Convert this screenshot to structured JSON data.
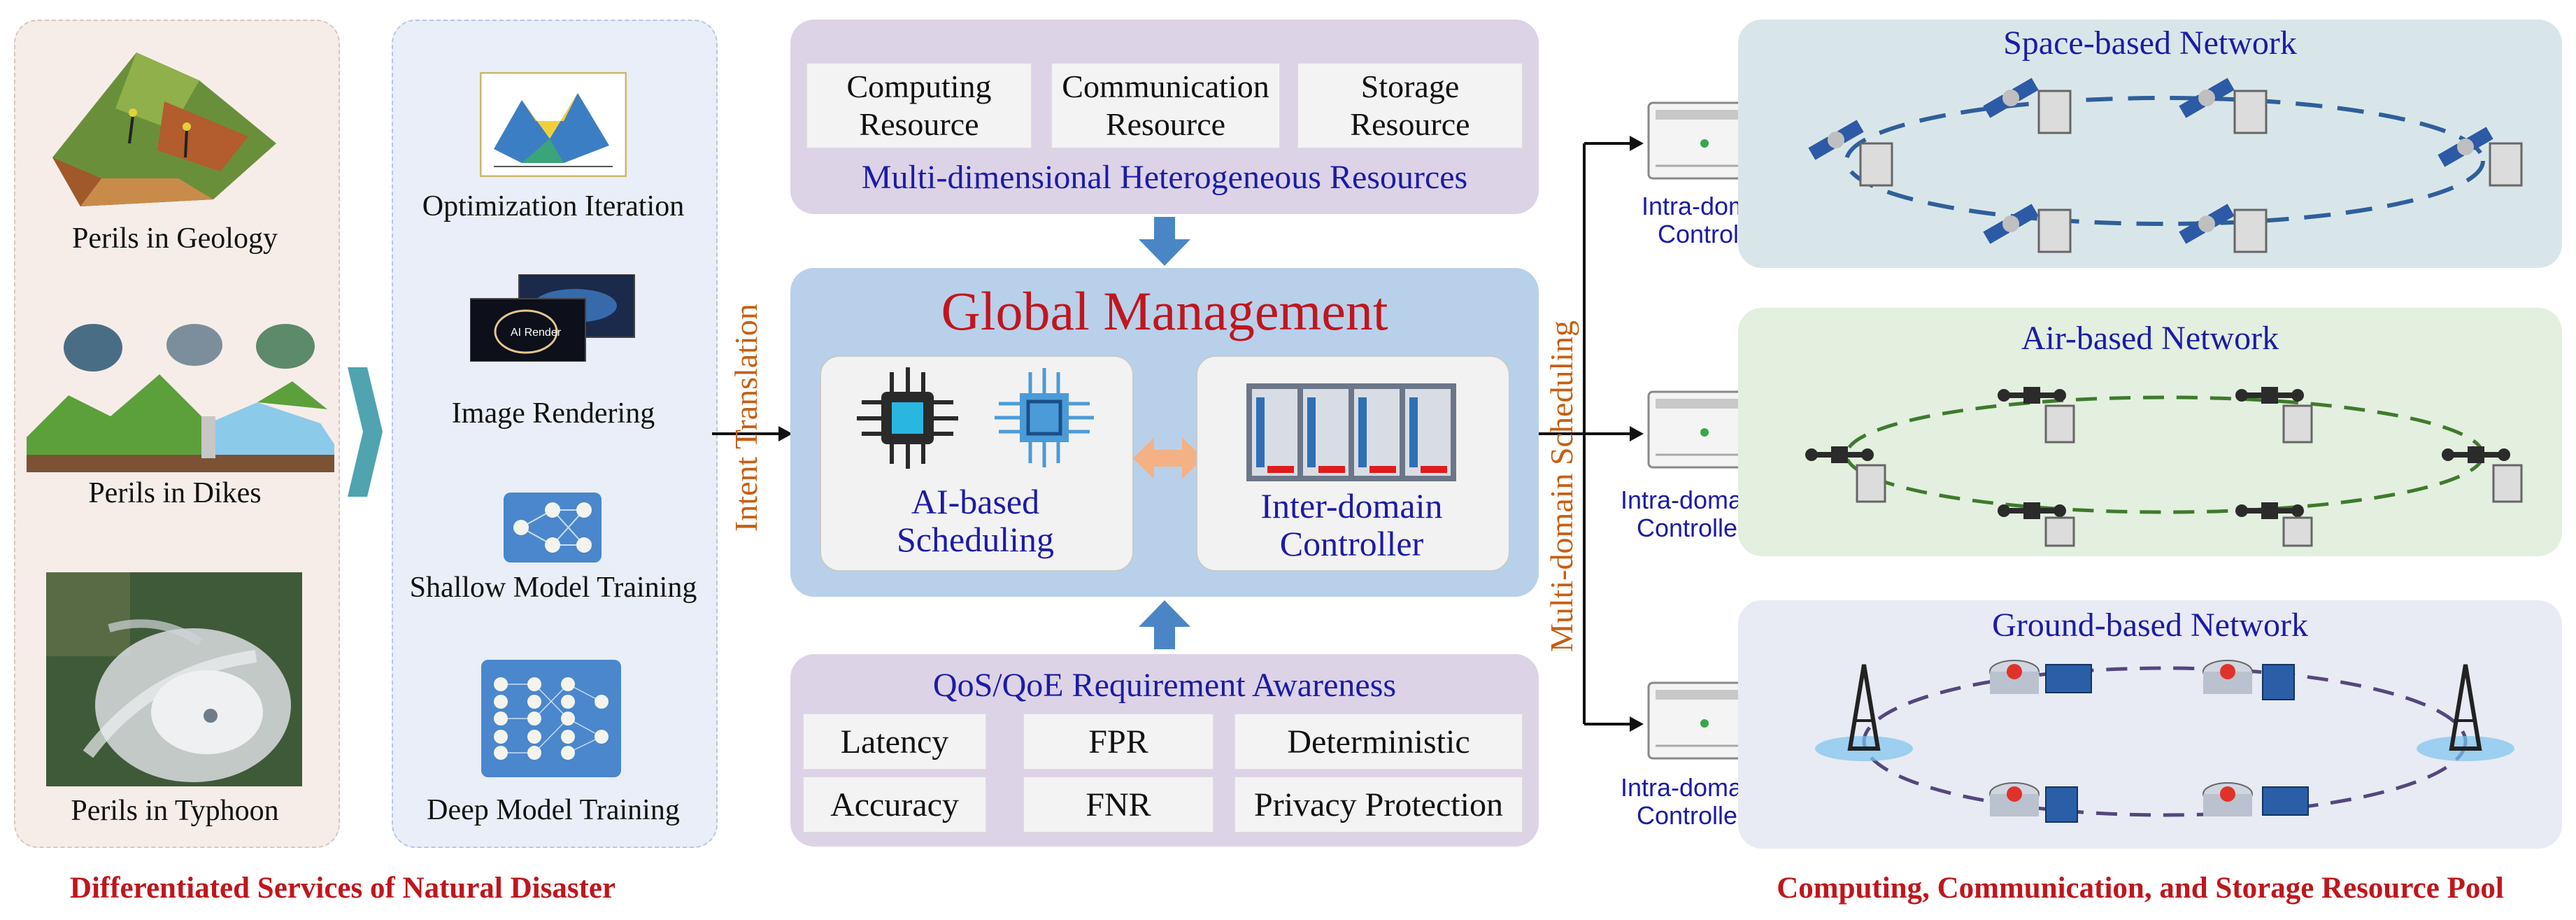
{
  "left_panel": {
    "caption": "Differentiated Services of Natural Disaster",
    "perils": [
      {
        "label": "Perils in Geology",
        "icon": "geology-terrain-icon"
      },
      {
        "label": "Perils in Dikes",
        "icon": "dike-landscape-icon"
      },
      {
        "label": "Perils in Typhoon",
        "icon": "typhoon-satellite-image"
      }
    ]
  },
  "tasks_panel": {
    "items": [
      {
        "label": "Optimization Iteration",
        "icon": "3d-surface-plot-icon"
      },
      {
        "label": "Image Rendering",
        "icon": "ai-render-screens-icon"
      },
      {
        "label": "Shallow Model Training",
        "icon": "shallow-network-icon"
      },
      {
        "label": "Deep Model Training",
        "icon": "deep-network-icon"
      }
    ]
  },
  "arrows": {
    "intent": "Intent Translation",
    "scheduling": "Multi-domain Scheduling"
  },
  "resources": {
    "title": "Multi-dimensional Heterogeneous Resources",
    "items": [
      {
        "line1": "Computing",
        "line2": "Resource"
      },
      {
        "line1": "Communication",
        "line2": "Resource"
      },
      {
        "line1": "Storage",
        "line2": "Resource"
      }
    ]
  },
  "global": {
    "title": "Global Management",
    "ai_line1": "AI-based",
    "ai_line2": "Scheduling",
    "inter_line1": "Inter-domain",
    "inter_line2": "Controller"
  },
  "qos": {
    "title": "QoS/QoE Requirement Awareness",
    "items": [
      "Latency",
      "FPR",
      "Deterministic",
      "Accuracy",
      "FNR",
      "Privacy Protection"
    ]
  },
  "networks": {
    "caption": "Computing, Communication, and Storage Resource Pool",
    "controller_line1": "Intra-domain",
    "controller_line2": "Controller",
    "space": "Space-based Network",
    "air": "Air-based Network",
    "ground": "Ground-based Network"
  },
  "colors": {
    "left_bg": "#f6ede9",
    "tasks_bg": "#e9eef8",
    "resources_bg": "#ddd3e6",
    "global_bg": "#b9d0ea",
    "space_bg": "#d9e6e9",
    "air_bg": "#e3efdf",
    "ground_bg": "#e8ebf3",
    "title_red": "#c0161d",
    "blue_text": "#1b1ba8",
    "orange_text": "#c65f14"
  }
}
